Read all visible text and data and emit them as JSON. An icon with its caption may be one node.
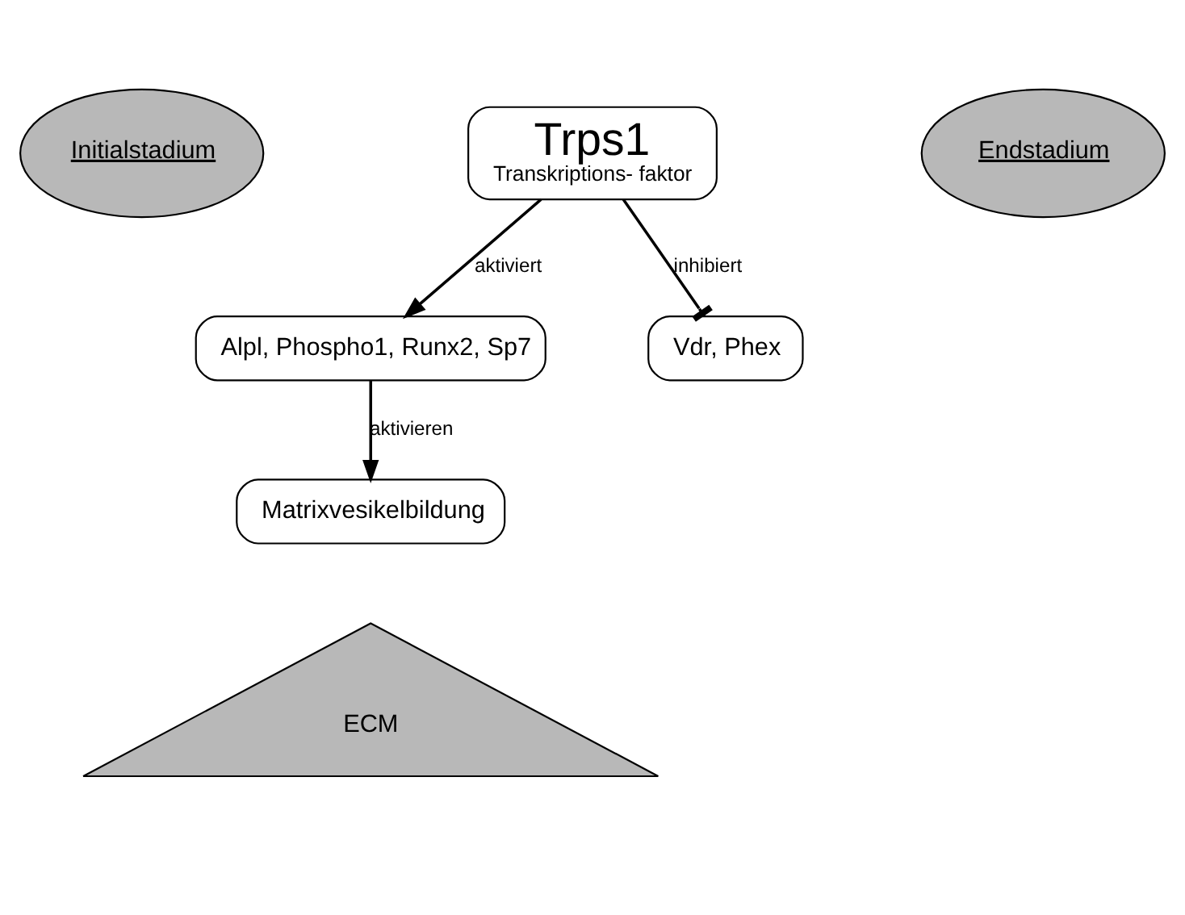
{
  "diagram": {
    "nodes": [
      {
        "text": [
          "Initialstadium"
        ]
      },
      {
        "text": [
          "Trps1",
          "Transkriptions- faktor"
        ]
      },
      {
        "text": [
          "Endstadium"
        ]
      },
      {
        "text": [
          "Alpl, Phospho1, Runx2, Sp7"
        ]
      },
      {
        "text": [
          "Vdr, Phex"
        ]
      },
      {
        "text": [
          "Matrixvesikelbildung"
        ]
      },
      {
        "text": [
          "ECM"
        ]
      }
    ],
    "edges": [
      {
        "from": 1,
        "to": 3,
        "arrow": "to",
        "label": "aktiviert"
      },
      {
        "from": 1,
        "to": 4,
        "arrow": "other",
        "label": "inhibiert"
      },
      {
        "from": 3,
        "to": 5,
        "arrow": "to",
        "label": "aktivieren"
      }
    ]
  }
}
